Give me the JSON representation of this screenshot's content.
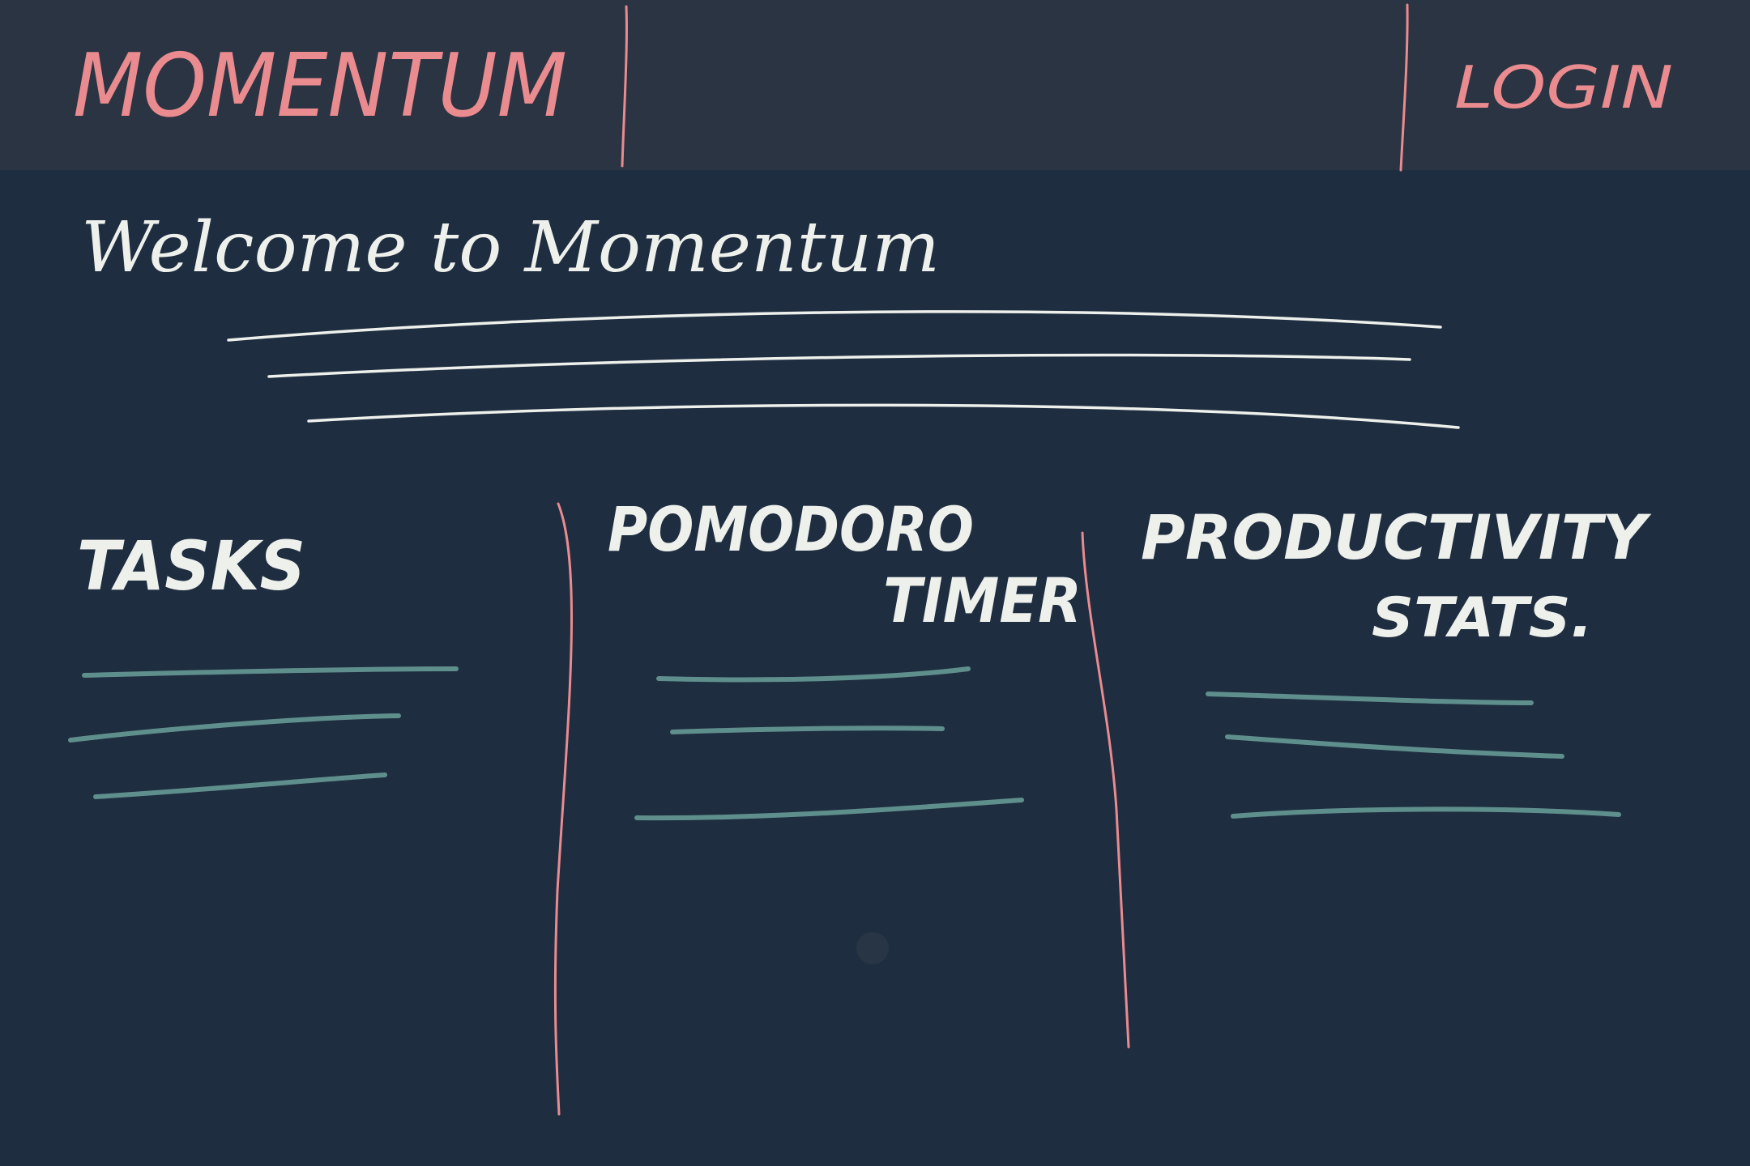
{
  "header": {
    "brand": "MOMENTUM",
    "login_label": "LOGIN"
  },
  "hero": {
    "title": "Welcome to Momentum"
  },
  "sections": [
    {
      "id": "tasks",
      "title_lines": [
        "TASKS"
      ]
    },
    {
      "id": "pomodoro",
      "title_lines": [
        "POMODORO",
        "TIMER"
      ]
    },
    {
      "id": "stats",
      "title_lines": [
        "PRODUCTIVITY",
        "STATS."
      ]
    }
  ],
  "colors": {
    "header_bg": "#2a3442",
    "page_bg": "#1e2d40",
    "accent_pink": "#e98b8f",
    "chalk_white": "#eef0ec",
    "placeholder_teal": "#5f8f8c"
  }
}
